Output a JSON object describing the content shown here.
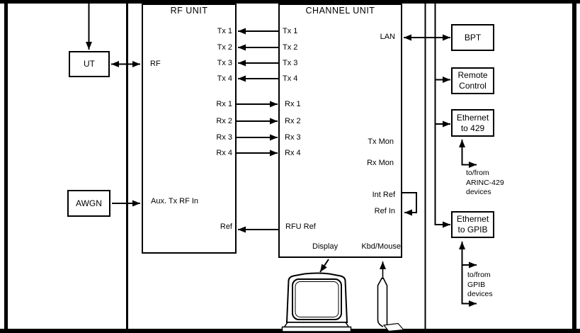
{
  "colors": {
    "ink": "#000000",
    "paper": "#ffffff"
  },
  "boxes": {
    "ut": {
      "label": "UT"
    },
    "awgn": {
      "label": "AWGN"
    },
    "bpt": {
      "label": "BPT"
    },
    "remote_control": {
      "line1": "Remote",
      "line2": "Control"
    },
    "ethernet_429": {
      "line1": "Ethernet",
      "line2": "to 429"
    },
    "ethernet_gpib": {
      "line1": "Ethernet",
      "line2": "to GPIB"
    }
  },
  "rf_unit": {
    "title": "RF UNIT",
    "rf_port": "RF",
    "aux_port": "Aux. Tx RF In",
    "ref_port": "Ref",
    "tx_ports": [
      "Tx 1",
      "Tx 2",
      "Tx 3",
      "Tx 4"
    ],
    "rx_ports": [
      "Rx 1",
      "Rx 2",
      "Rx 3",
      "Rx 4"
    ]
  },
  "channel_unit": {
    "title": "CHANNEL UNIT",
    "tx_ports": [
      "Tx 1",
      "Tx 2",
      "Tx 3",
      "Tx 4"
    ],
    "rx_ports": [
      "Rx 1",
      "Rx 2",
      "Rx 3",
      "Rx 4"
    ],
    "lan_port": "LAN",
    "tx_mon_port": "Tx Mon",
    "rx_mon_port": "Rx Mon",
    "int_ref_port": "Int Ref",
    "ref_in_port": "Ref In",
    "rfu_ref_port": "RFU Ref",
    "display_port": "Display",
    "kbd_mouse_port": "Kbd/Mouse"
  },
  "annotations": {
    "arinc": {
      "line1": "to/from",
      "line2": "ARINC-429",
      "line3": "devices"
    },
    "gpib": {
      "line1": "to/from",
      "line2": "GPIB",
      "line3": "devices"
    }
  }
}
